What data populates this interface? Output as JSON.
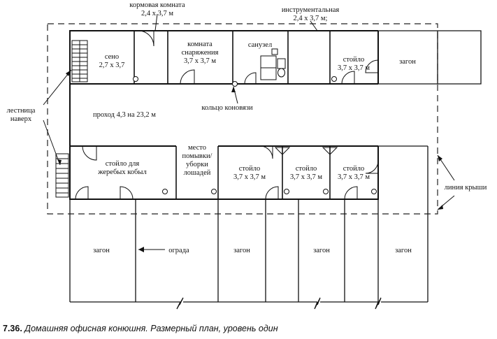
{
  "labels": {
    "feed_room": "кормовая комната",
    "feed_room_size": "2,4 х 3,7 м",
    "tool_room": "инструментальная",
    "tool_room_size": "2,4 х 3,7 м;",
    "hay": "сено",
    "hay_size": "2,7 х 3,7",
    "tack_room_1": "комната",
    "tack_room_2": "снаряжения",
    "tack_room_size": "3,7 х 3,7 м",
    "bathroom": "санузел",
    "stall": "стойло",
    "stall_size": "3,7 х 3,7 м",
    "paddock": "загон",
    "aisle": "проход 4,3 на 23,2 м",
    "tie_ring": "кольцо коновязи",
    "stairs_1": "лестница",
    "stairs_2": "наверх",
    "wash_1": "место",
    "wash_2": "помывки/",
    "wash_3": "уборки",
    "wash_4": "лошадей",
    "mare_stall_1": "стойло для",
    "mare_stall_2": "жеребых кобыл",
    "fence": "ограда",
    "roof_line": "линия крыши"
  },
  "caption": {
    "number": "7.36.",
    "text": "Домашняя офисная конюшня. Размерный план, уровень один"
  }
}
